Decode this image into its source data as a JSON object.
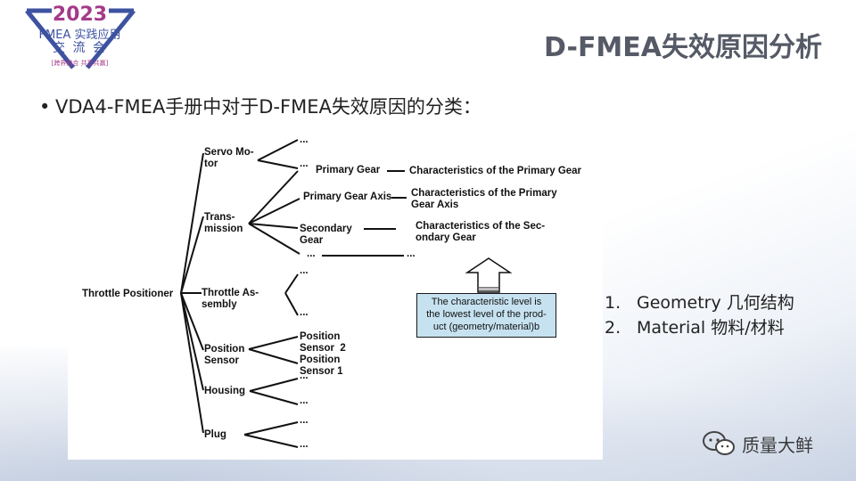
{
  "logo": {
    "year": "2023",
    "line2": "FMEA 实践应用",
    "line3": "交 流 会",
    "line4": "[跨界融合 共享共赢]"
  },
  "title": "D-FMEA失效原因分析",
  "bullet": {
    "symbol": "•",
    "text": "VDA4-FMEA手册中对于D-FMEA失效原因的分类："
  },
  "diagram": {
    "root": "Throttle Positioner",
    "servo_motor": "Servo Mo-\ntor",
    "transmission": "Trans-\nmission",
    "throttle_assembly": "Throttle As-\nsembly",
    "position_sensor": "Position\nSensor",
    "housing": "Housing",
    "plug": "Plug",
    "primary_gear": "Primary Gear",
    "primary_gear_axis": "Primary Gear Axis",
    "secondary_gear": "Secondary\nGear",
    "position_sensor_2": "Position\nSensor  2",
    "position_sensor_1": "Position\nSensor 1",
    "char_primary_gear": "Characteristics of the Primary Gear",
    "char_primary_gear_axis": "Characteristics of the Primary\nGear Axis",
    "char_secondary_gear": "Characteristics of the Sec-\nondary Gear",
    "ellipsis": "...",
    "note_line1": "The characteristic level is",
    "note_line2": "the lowest level of the prod-",
    "note_line3": "uct (geometry/material)b"
  },
  "list": [
    {
      "num": "1.",
      "text": "Geometry 几何结构"
    },
    {
      "num": "2.",
      "text": "Material    物料/材料"
    }
  ],
  "watermark": {
    "icon": "wechat-icon",
    "text": "质量大鲜"
  },
  "colors": {
    "title": "#555a66",
    "logo_accent": "#a43a8a",
    "logo_blue": "#3d52a0",
    "note_bg": "#c6e2f0"
  }
}
